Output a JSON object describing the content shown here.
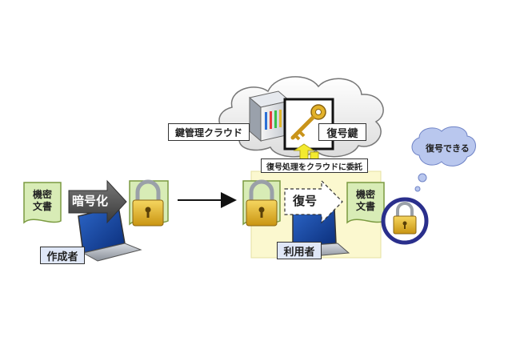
{
  "labels": {
    "cloud_title": "鍵管理クラウド",
    "key_label": "復号鍵",
    "delegate": "復号処理をクラウドに委託",
    "encrypt": "暗号化",
    "decrypt": "復号",
    "creator": "作成者",
    "user": "利用者",
    "can_decrypt": "復号できる"
  },
  "documents": {
    "source": {
      "line1": "機密",
      "line2": "文書"
    },
    "result": {
      "line1": "機密",
      "line2": "文書"
    }
  },
  "colors": {
    "doc_fill": "#d8ecb6",
    "doc_border": "#7a9a40",
    "user_area": "#fbf8cf",
    "encrypt_arrow": "#555555",
    "key_gold": "#e3b22a",
    "lock_ring": "#2a2f8c",
    "thought_cloud": "#b9c7ee",
    "delegate_arrow": "#f3ea2e"
  },
  "icons": [
    "key-icon",
    "lock-icon",
    "laptop-icon",
    "server-icon",
    "cloud-icon",
    "document-icon"
  ]
}
